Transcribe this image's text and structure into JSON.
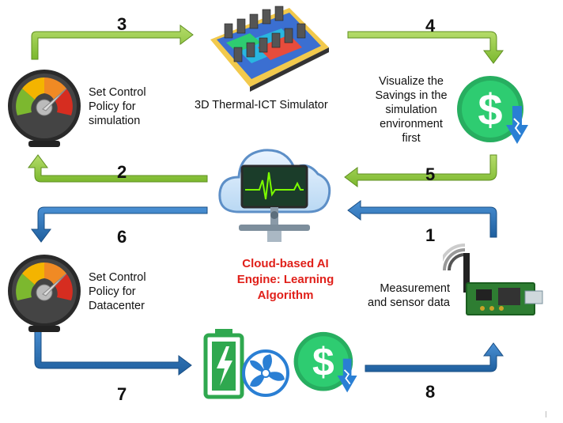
{
  "steps": {
    "s1": "1",
    "s2": "2",
    "s3": "3",
    "s4": "4",
    "s5": "5",
    "s6": "6",
    "s7": "7",
    "s8": "8"
  },
  "labels": {
    "simulator": "3D Thermal-ICT Simulator",
    "set_policy_sim": [
      "Set Control",
      "Policy for",
      "simulation"
    ],
    "visualize": [
      "Visualize the",
      "Savings in the",
      "simulation",
      "environment",
      "first"
    ],
    "ai_engine": [
      "Cloud-based AI",
      "Engine: Learning",
      "Algorithm"
    ],
    "set_policy_dc": [
      "Set Control",
      "Policy for",
      "Datacenter"
    ],
    "measurement": [
      "Measurement",
      "and sensor data"
    ]
  },
  "colors": {
    "green_arrow": "#8cc63f",
    "blue_arrow": "#2e75b6",
    "ai_text": "#e0201a",
    "dollar_green": "#27ae60",
    "dollar_arrow": "#2a7fd4"
  },
  "icons": [
    "speedometer-icon",
    "thermal-simulator-icon",
    "dollar-savings-icon",
    "cloud-heartbeat-icon",
    "sensor-board-icon",
    "battery-charge-icon",
    "fan-icon"
  ]
}
